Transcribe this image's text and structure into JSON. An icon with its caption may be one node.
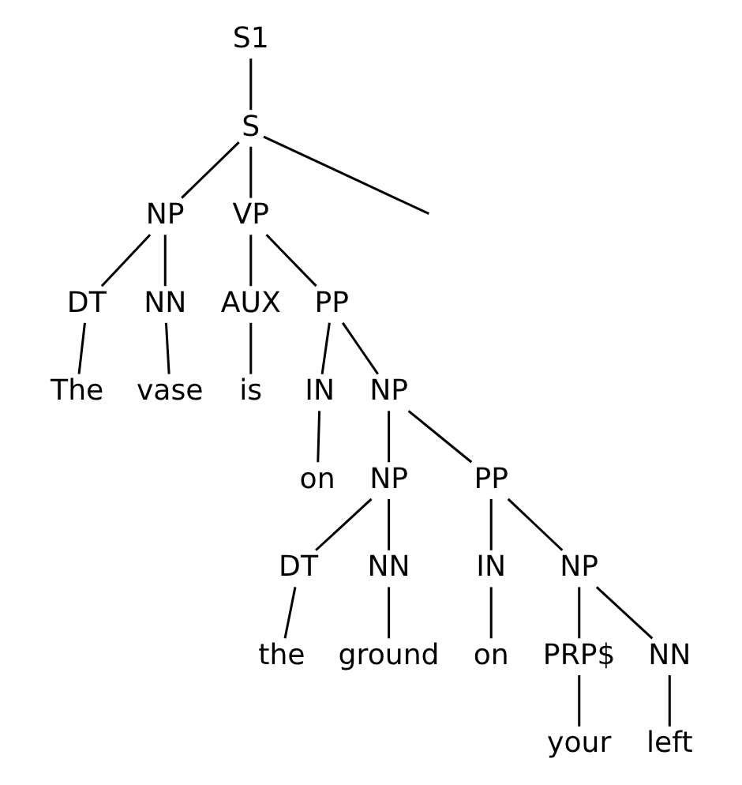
{
  "diagram": {
    "nodes": [
      {
        "text": [
          "S1"
        ]
      },
      {
        "text": [
          "S"
        ]
      },
      {
        "text": [
          "NP"
        ]
      },
      {
        "text": [
          "VP"
        ]
      },
      {
        "text": [
          "DT"
        ]
      },
      {
        "text": [
          "NN"
        ]
      },
      {
        "text": [
          "AUX"
        ]
      },
      {
        "text": [
          "PP"
        ]
      },
      {
        "text": [
          "The"
        ]
      },
      {
        "text": [
          "vase"
        ]
      },
      {
        "text": [
          "is"
        ]
      },
      {
        "text": [
          "IN"
        ]
      },
      {
        "text": [
          "NP"
        ]
      },
      {
        "text": [
          "on"
        ]
      },
      {
        "text": [
          "NP"
        ]
      },
      {
        "text": [
          "PP"
        ]
      },
      {
        "text": [
          "DT"
        ]
      },
      {
        "text": [
          "NN"
        ]
      },
      {
        "text": [
          "IN"
        ]
      },
      {
        "text": [
          "NP"
        ]
      },
      {
        "text": [
          "the"
        ]
      },
      {
        "text": [
          "ground"
        ]
      },
      {
        "text": [
          "on"
        ]
      },
      {
        "text": [
          "PRP$"
        ]
      },
      {
        "text": [
          "NN"
        ]
      },
      {
        "text": [
          "your"
        ]
      },
      {
        "text": [
          "left"
        ]
      }
    ],
    "edges": [
      {
        "from": 0,
        "to": 1,
        "arrow": "none"
      },
      {
        "from": 1,
        "to": 2,
        "arrow": "none"
      },
      {
        "from": 1,
        "to": 3,
        "arrow": "none"
      },
      {
        "from": 1,
        "to": null,
        "arrow": "none"
      },
      {
        "from": 2,
        "to": 4,
        "arrow": "none"
      },
      {
        "from": 2,
        "to": 5,
        "arrow": "none"
      },
      {
        "from": 3,
        "to": 6,
        "arrow": "none"
      },
      {
        "from": 3,
        "to": 7,
        "arrow": "none"
      },
      {
        "from": 4,
        "to": 8,
        "arrow": "none"
      },
      {
        "from": 5,
        "to": 9,
        "arrow": "none"
      },
      {
        "from": 6,
        "to": 10,
        "arrow": "none"
      },
      {
        "from": 7,
        "to": 11,
        "arrow": "none"
      },
      {
        "from": 7,
        "to": 12,
        "arrow": "none"
      },
      {
        "from": 11,
        "to": 13,
        "arrow": "none"
      },
      {
        "from": 12,
        "to": 14,
        "arrow": "none"
      },
      {
        "from": 12,
        "to": 15,
        "arrow": "none"
      },
      {
        "from": 14,
        "to": 16,
        "arrow": "none"
      },
      {
        "from": 14,
        "to": 17,
        "arrow": "none"
      },
      {
        "from": 15,
        "to": 18,
        "arrow": "none"
      },
      {
        "from": 15,
        "to": 19,
        "arrow": "none"
      },
      {
        "from": 16,
        "to": 20,
        "arrow": "none"
      },
      {
        "from": 17,
        "to": 21,
        "arrow": "none"
      },
      {
        "from": 18,
        "to": 22,
        "arrow": "none"
      },
      {
        "from": 19,
        "to": 23,
        "arrow": "none"
      },
      {
        "from": 19,
        "to": 24,
        "arrow": "none"
      },
      {
        "from": 23,
        "to": 25,
        "arrow": "none"
      },
      {
        "from": 24,
        "to": 26,
        "arrow": "none"
      }
    ]
  }
}
